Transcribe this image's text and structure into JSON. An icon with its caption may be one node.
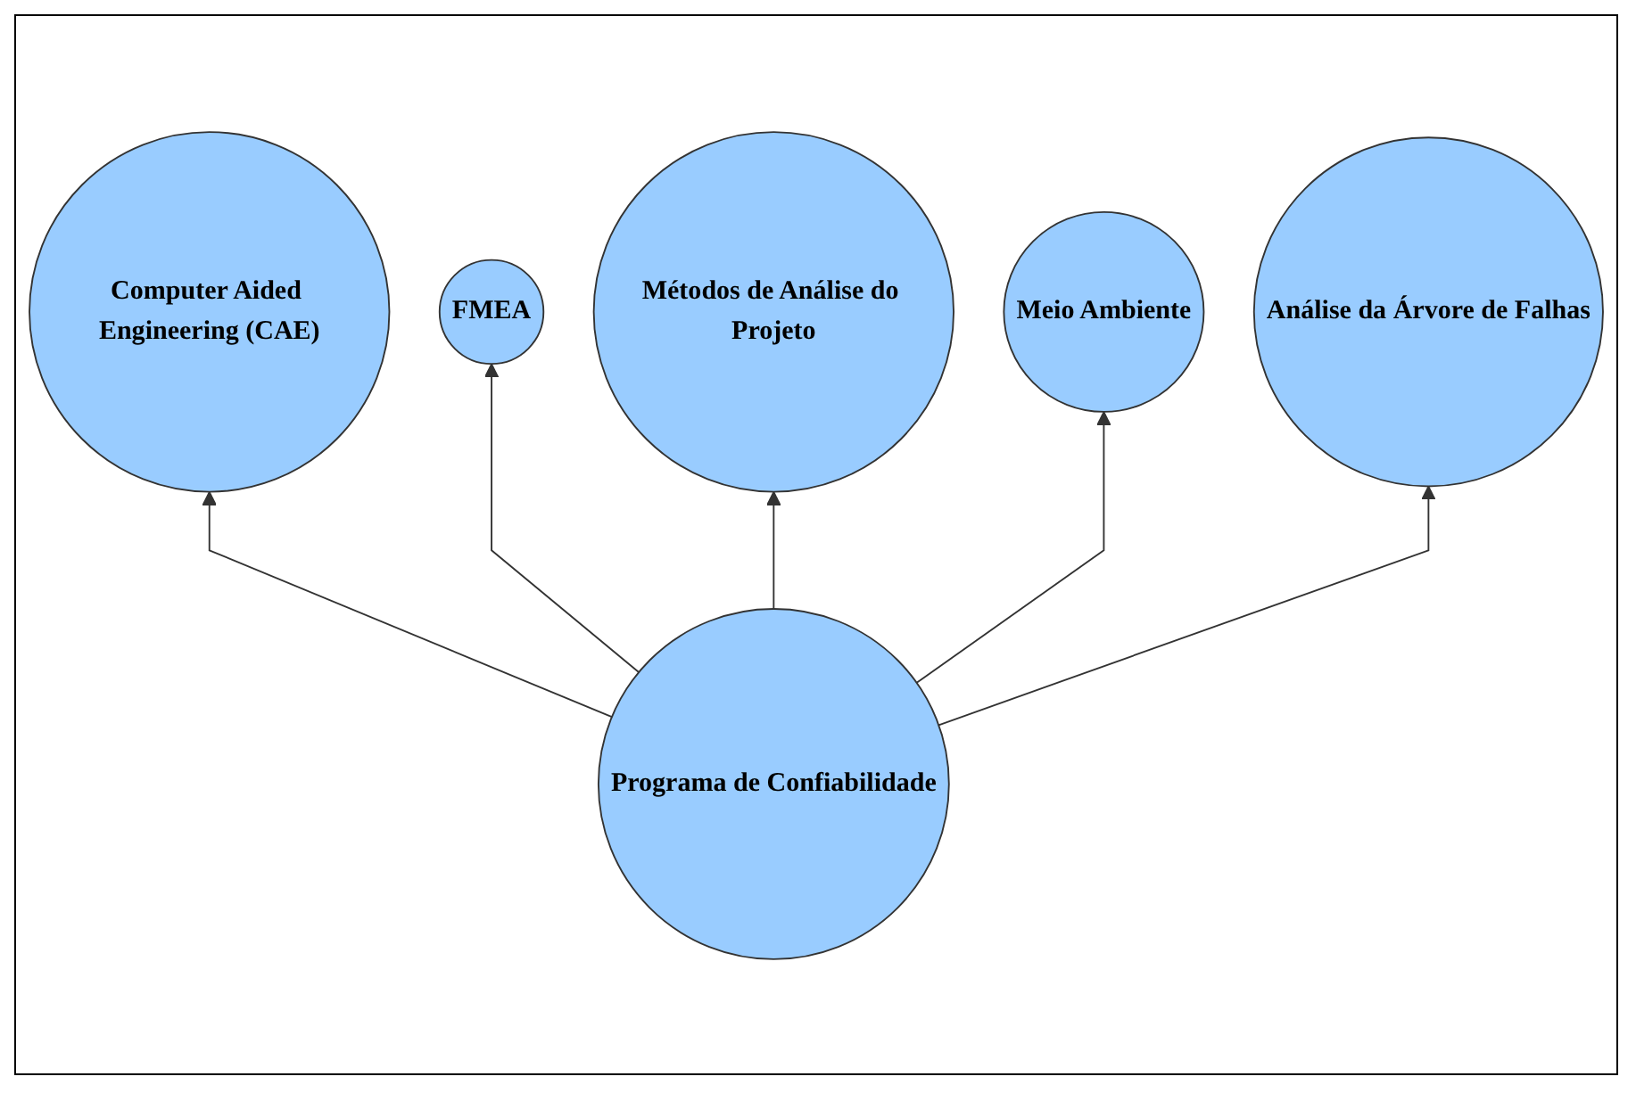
{
  "diagram": {
    "nodes": [
      {
        "text": [
          "Métodos de Análise do Projeto"
        ]
      },
      {
        "text": [
          "FMEA"
        ]
      },
      {
        "text": [
          "Meio Ambiente"
        ]
      },
      {
        "text": [
          "Computer Aided Engineering (CAE)"
        ]
      },
      {
        "text": [
          "Programa de Confiabilidade"
        ]
      },
      {
        "text": [
          "Análise da Árvore de Falhas"
        ]
      }
    ],
    "edges": [
      {
        "from": 4,
        "to": 3,
        "arrow": "to"
      },
      {
        "from": 4,
        "to": 1,
        "arrow": "to"
      },
      {
        "from": 4,
        "to": 0,
        "arrow": "to"
      },
      {
        "from": 4,
        "to": 2,
        "arrow": "to"
      },
      {
        "from": 4,
        "to": 5,
        "arrow": "to"
      }
    ]
  }
}
